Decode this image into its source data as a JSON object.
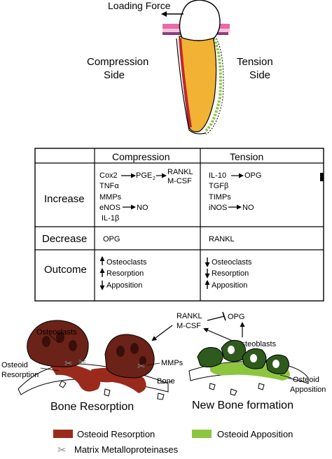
{
  "tooth": {
    "loading_force": "Loading Force",
    "compression_side": [
      "Compression",
      "Side"
    ],
    "tension_side": [
      "Tension",
      "Side"
    ]
  },
  "table": {
    "col_compression": "Compression",
    "col_tension": "Tension",
    "rows": {
      "increase": "Increase",
      "decrease": "Decrease",
      "outcome": "Outcome"
    },
    "increase_compression": {
      "cox2": "Cox2",
      "pge": "PGE",
      "pge_sub": "2",
      "rankl": "RANKL",
      "mcsf": "M-CSF",
      "tnf": "TNFα",
      "mmps": "MMPs",
      "enos": "eNOS",
      "no": "NO",
      "il1": "IL-1β"
    },
    "increase_tension": {
      "il10": "IL-10",
      "opg": "OPG",
      "tgf": "TGFβ",
      "timps": "TIMPs",
      "inos": "iNOS",
      "no": "NO"
    },
    "decrease_compression": "OPG",
    "decrease_tension": "RANKL",
    "outcome_compression": [
      "Osteoclasts",
      "Resorption",
      "Apposition"
    ],
    "outcome_tension": [
      "Osteoclasts",
      "Resorption",
      "Apposition"
    ]
  },
  "bottom": {
    "rankl": "RANKL",
    "mcsf": "M-CSF",
    "opg": "OPG",
    "osteoblasts": "Osteoblasts",
    "osteoclasts": "Osteoclasts",
    "osteoid_resorption": [
      "Osteoid",
      "Resorption"
    ],
    "mmps": "MMPs",
    "bone": "Bone",
    "osteoid_apposition": [
      "Osteoid",
      "Apposition"
    ],
    "bone_resorption_title": "Bone Resorption",
    "new_bone_title": "New Bone formation"
  },
  "legend": {
    "osteoid_resorption": "Osteoid Resorption",
    "osteoid_apposition": "Osteoid Apposition",
    "mmp": "Matrix Metalloproteinases"
  },
  "colors": {
    "resorption": "#9a2a1c",
    "apposition": "#8cc63f",
    "osteoclast": "#6b2218",
    "osteoblast": "#2f5a1e",
    "root": "#f2b234",
    "gum": "#e86aa8"
  }
}
